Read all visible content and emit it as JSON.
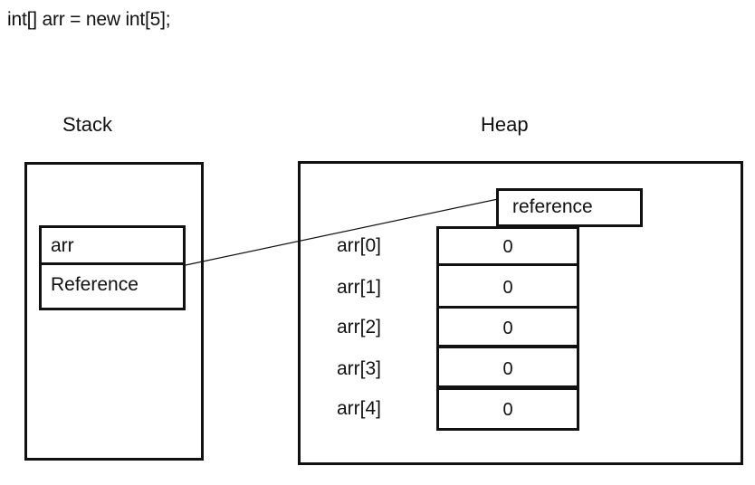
{
  "code": "int[] arr = new int[5];",
  "stack": {
    "title": "Stack",
    "var_name": "arr",
    "var_value": "Reference"
  },
  "heap": {
    "title": "Heap",
    "reference_label": "reference",
    "elements": [
      {
        "index": "arr[0]",
        "value": "0"
      },
      {
        "index": "arr[1]",
        "value": "0"
      },
      {
        "index": "arr[2]",
        "value": "0"
      },
      {
        "index": "arr[3]",
        "value": "0"
      },
      {
        "index": "arr[4]",
        "value": "0"
      }
    ]
  }
}
